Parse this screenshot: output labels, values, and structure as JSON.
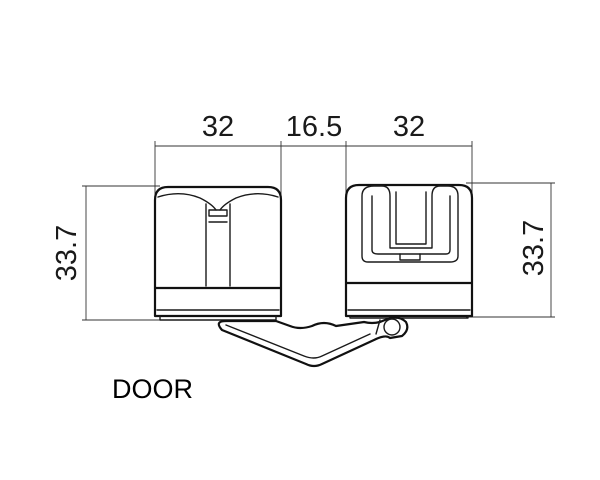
{
  "dimensions": {
    "left_width": "32",
    "gap": "16.5",
    "right_width": "32",
    "left_height": "33.7",
    "right_height": "33.7"
  },
  "label": "DOOR"
}
